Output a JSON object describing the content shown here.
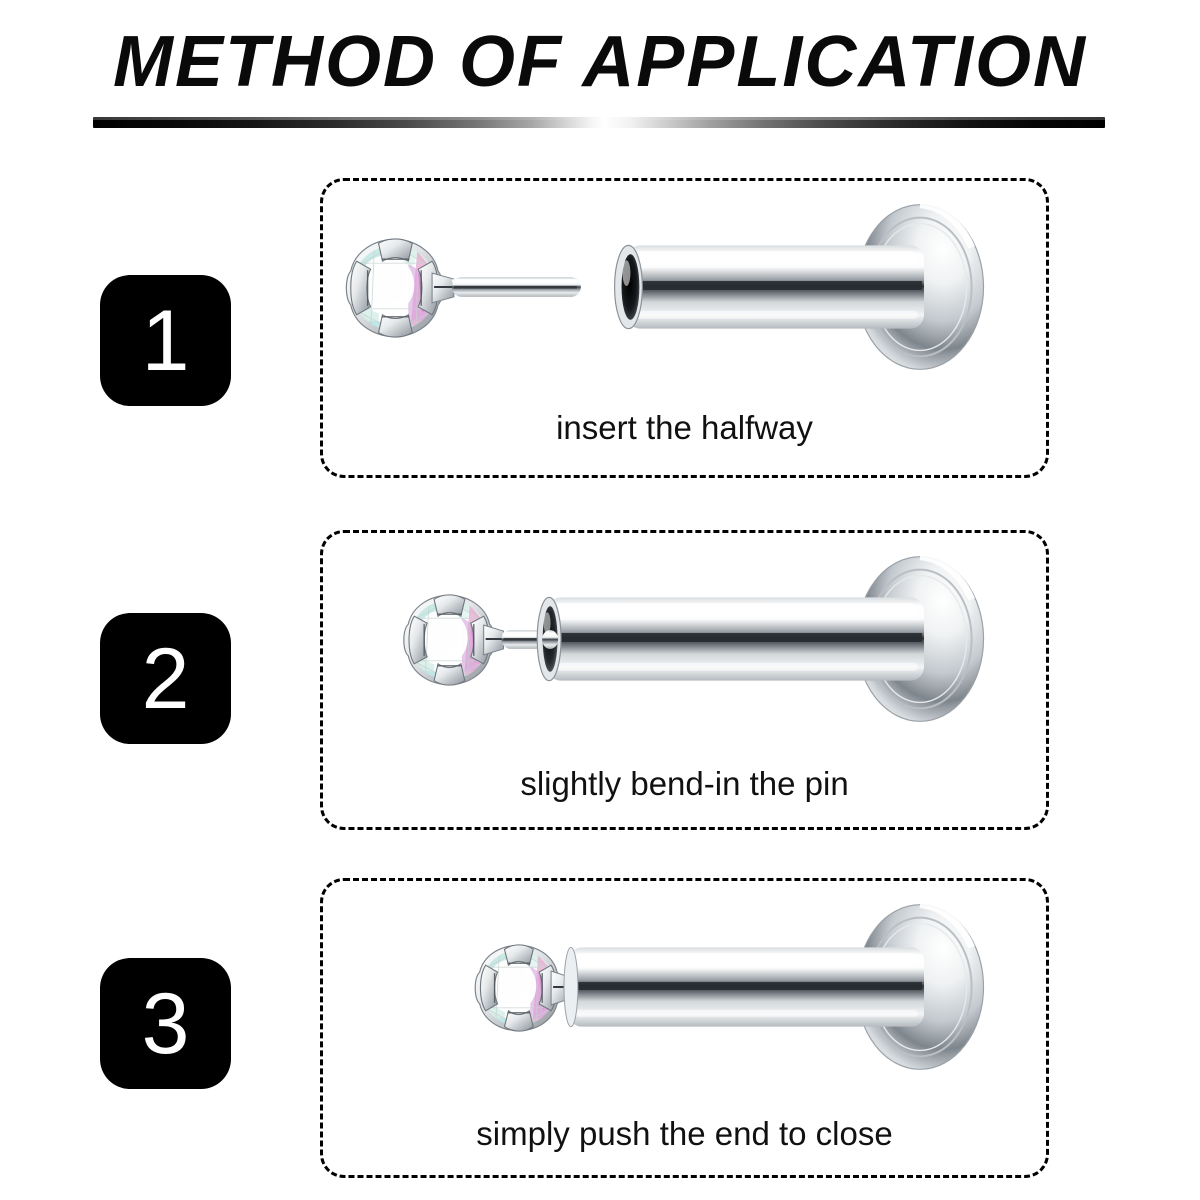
{
  "page": {
    "title": "METHOD OF APPLICATION",
    "background_color": "#ffffff",
    "divider": {
      "name": "gradient-divider-bar",
      "edge_color": "#000000",
      "center_color": "#ffffff"
    }
  },
  "steps": [
    {
      "number": "1",
      "caption": "insert the halfway",
      "badge_color": "#000000",
      "badge_text_color": "#ffffff",
      "illustration": "labret-stud-separated"
    },
    {
      "number": "2",
      "caption": "slightly bend-in the pin",
      "badge_color": "#000000",
      "badge_text_color": "#ffffff",
      "illustration": "labret-stud-pin-inserted"
    },
    {
      "number": "3",
      "caption": "simply push the end to close",
      "badge_color": "#000000",
      "badge_text_color": "#ffffff",
      "illustration": "labret-stud-closed"
    }
  ],
  "illustration_colors": {
    "metal_light": "#ffffff",
    "metal_mid": "#c8ccd0",
    "metal_dark": "#3a3f45",
    "metal_shadow": "#1a1d20",
    "gem_white": "#f7f8f6",
    "gem_cyan": "#bfe6e2",
    "gem_pink": "#e9aed2",
    "gem_lavender": "#c9b6e2",
    "gem_mint": "#cfeade"
  }
}
